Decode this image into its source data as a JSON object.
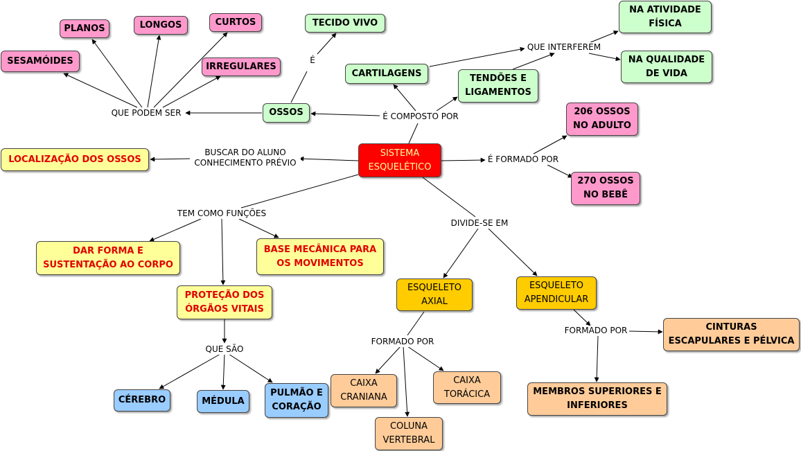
{
  "colors": {
    "center": "#ff0000",
    "green": "#ccffcc",
    "pink": "#ff99cc",
    "yellow": "#ffff99",
    "orange": "#ffcc00",
    "peach": "#ffcc99",
    "blue": "#99ccff",
    "red_text": "#e00000",
    "line": "#000000"
  },
  "nodes": {
    "sistema": "SISTEMA\nESQUELÉTICO",
    "tecido_vivo": "TECIDO VIVO",
    "planos": "PLANOS",
    "longos": "LONGOS",
    "curtos": "CURTOS",
    "sesamoides": "SESAMÓIDES",
    "irregulares": "IRREGULARES",
    "ossos": "OSSOS",
    "cartilagens": "CARTILAGENS",
    "tendoes": "TENDÕES E\nLIGAMENTOS",
    "atividade": "NA ATIVIDADE\nFÍSICA",
    "qualidade": "NA QUALIDADE\nDE VIDA",
    "adulto": "206 OSSOS\nNO ADULTO",
    "bebe": "270 OSSOS\nNO BEBÊ",
    "localizacao": "LOCALIZAÇÃO DOS OSSOS",
    "forma": "DAR FORMA E\nSUSTENTAÇÃO AO CORPO",
    "base": "BASE MECÂNICA PARA\nOS MOVIMENTOS",
    "protecao": "PROTEÇÃO DOS\nÓRGÃOS VITAIS",
    "cerebro": "CÉREBRO",
    "medula": "MÉDULA",
    "pulmao": "PULMÃO E\nCORAÇÃO",
    "axial": "ESQUELETO\nAXIAL",
    "apendicular": "ESQUELETO\nAPENDICULAR",
    "caixa_craniana": "CAIXA\nCRANIANA",
    "caixa_toracica": "CAIXA\nTORÁCICA",
    "coluna": "COLUNA\nVERTEBRAL",
    "cinturas": "CINTURAS\nESCAPULARES E PÉLVICA",
    "membros": "MEMBROS SUPERIORES E\nINFERIORES"
  },
  "links": {
    "e": "É",
    "que_podem_ser": "QUE PODEM SER",
    "composto": "É COMPOSTO POR",
    "interferem": "QUE INTERFEREM",
    "formado": "É FORMADO POR",
    "buscar": "BUSCAR DO ALUNO\nCONHECIMENTO PRÉVIO",
    "funcoes": "TEM COMO FUNÇÕES",
    "divide": "DIVIDE-SE EM",
    "que_sao": "QUE SÃO",
    "formado_axial": "FORMADO POR",
    "formado_apend": "FORMADO POR"
  }
}
